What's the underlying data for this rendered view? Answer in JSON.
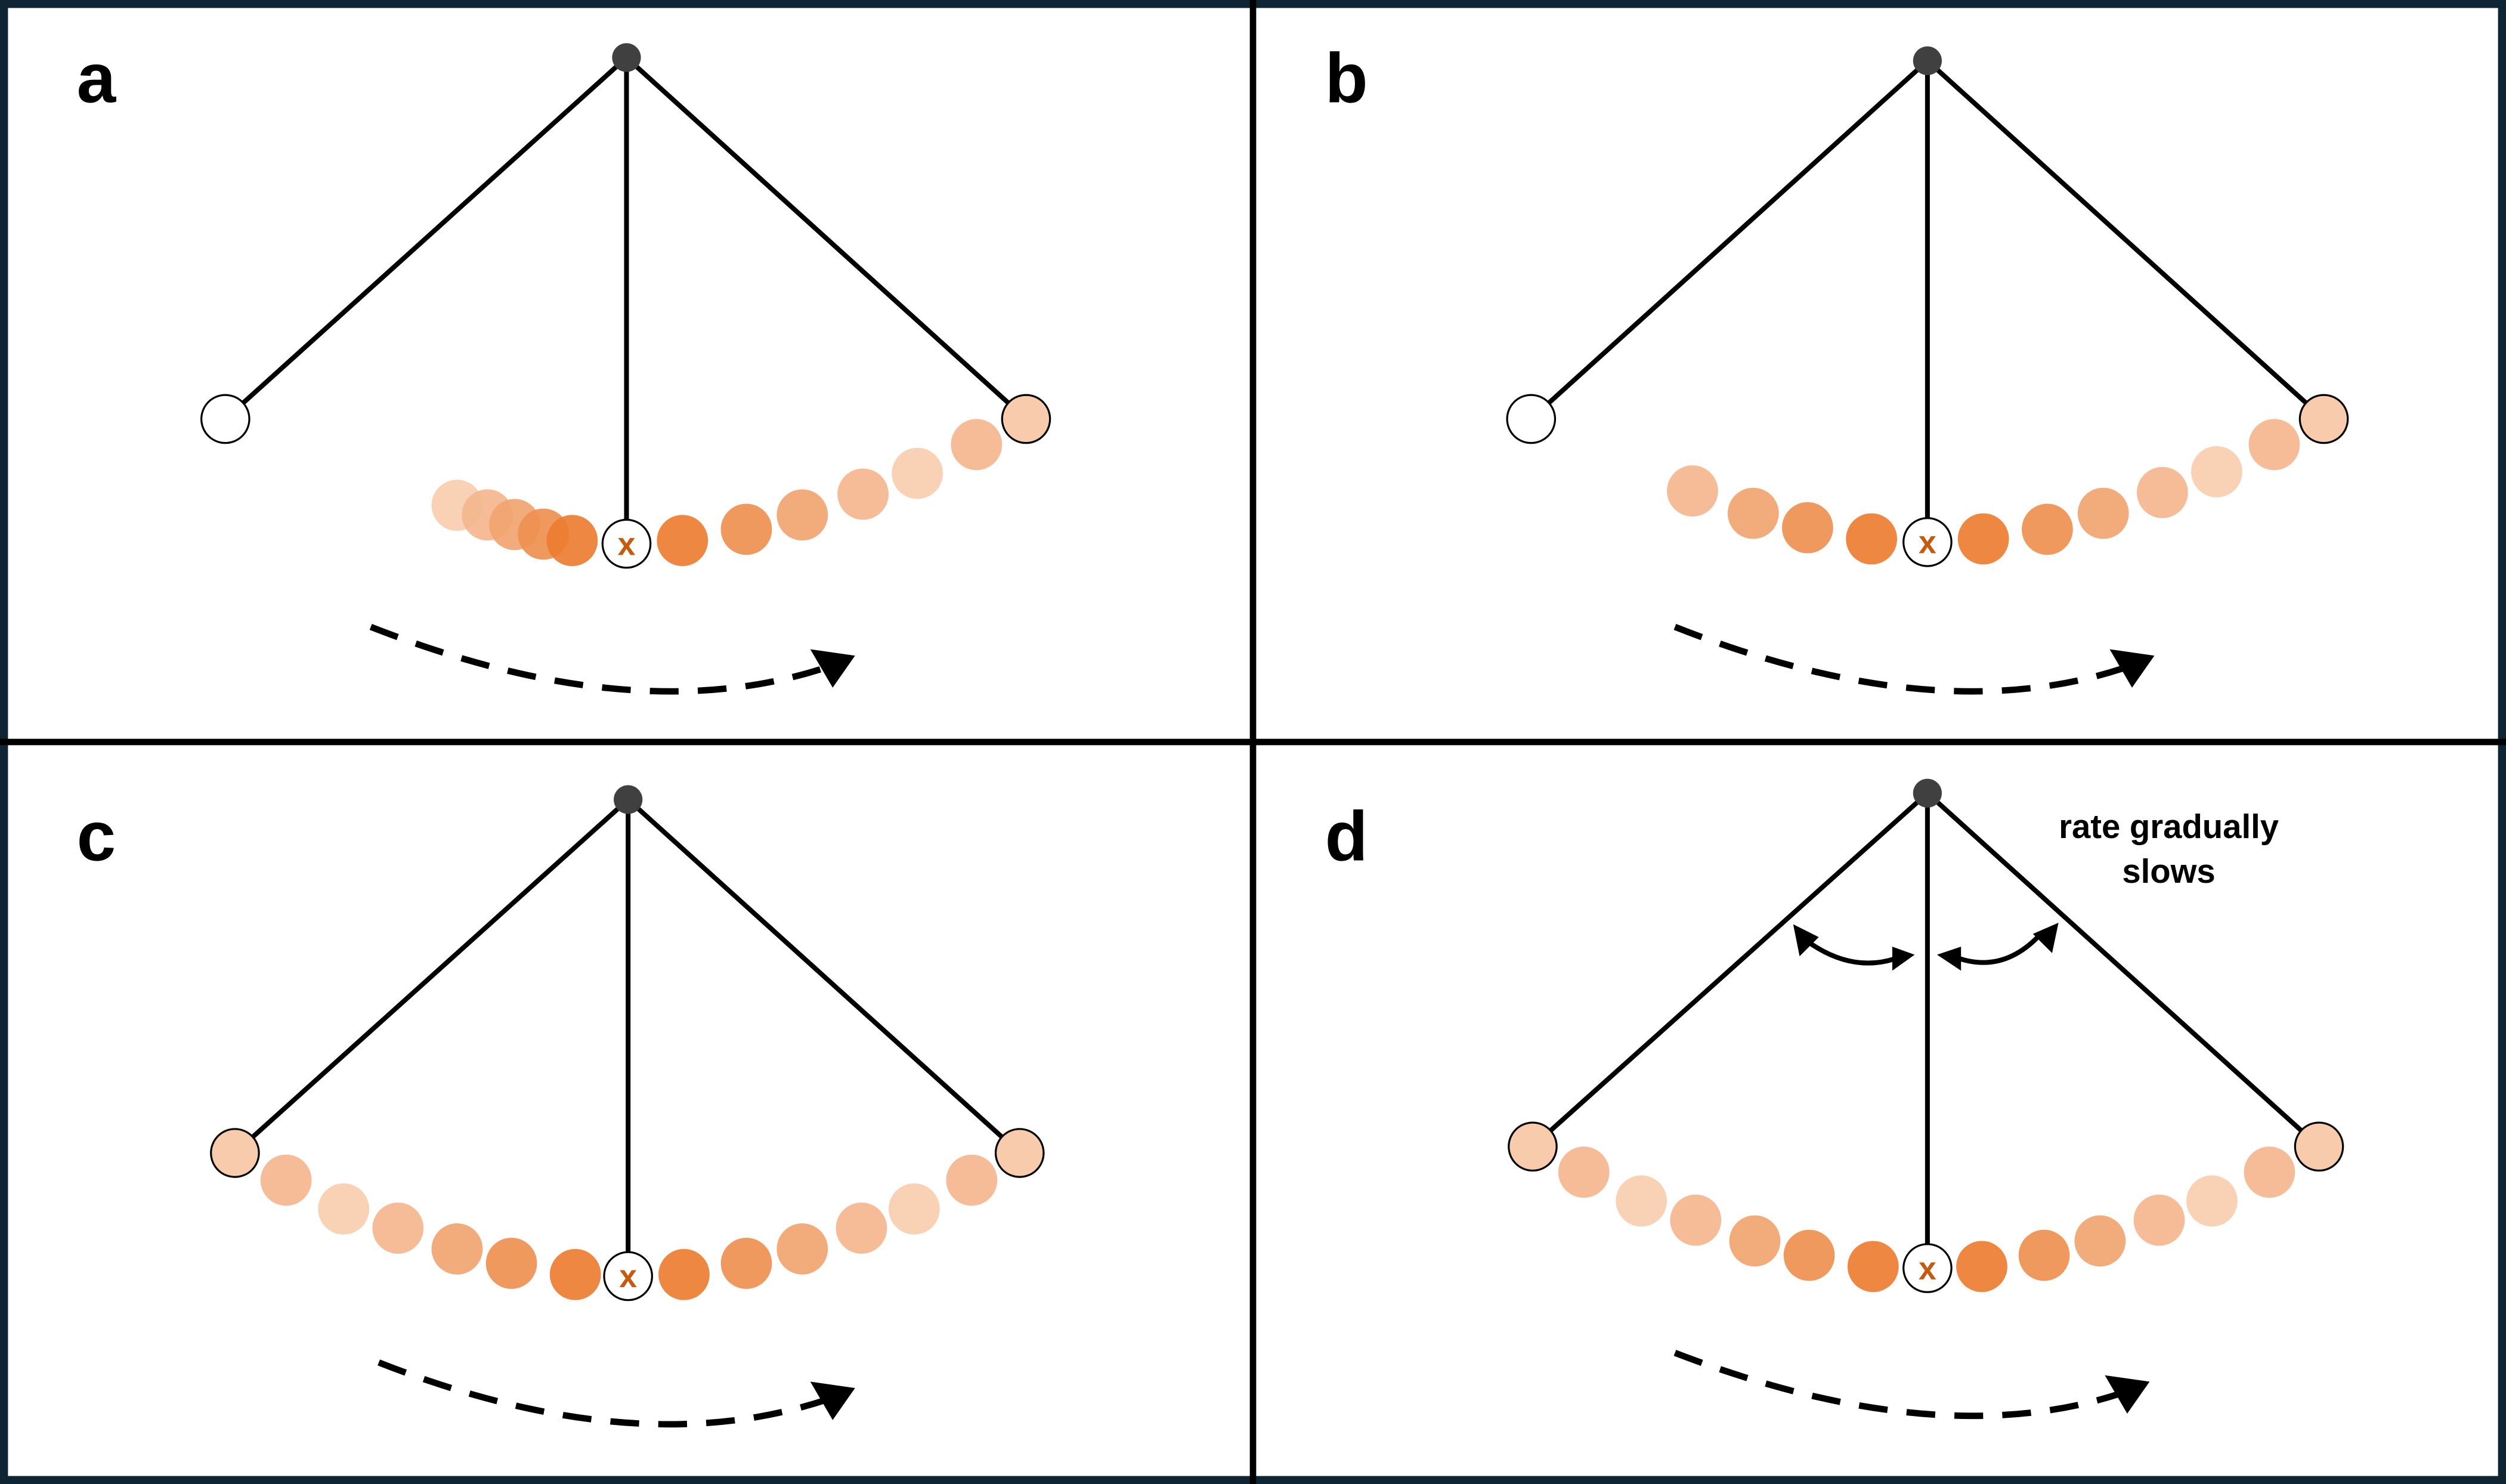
{
  "panels": [
    {
      "label": "a",
      "end_left_color": "#FFFFFF",
      "end_right_color": "#F8CBAD",
      "center_mark": "x"
    },
    {
      "label": "b",
      "end_left_color": "#FFFFFF",
      "end_right_color": "#F8CBAD",
      "center_mark": "x"
    },
    {
      "label": "c",
      "end_left_color": "#F8CBAD",
      "end_right_color": "#F8CBAD",
      "center_mark": "x"
    },
    {
      "label": "d",
      "end_left_color": "#F8CBAD",
      "end_right_color": "#F8CBAD",
      "center_mark": "x",
      "note_line1": "rate gradually",
      "note_line2": "slows"
    }
  ],
  "colors": {
    "border": "#0F2533",
    "pivot": "#404040",
    "shade_1": "#ED7D31",
    "shade_2": "#EF9050",
    "shade_3": "#F1A46F",
    "shade_4": "#F4B68E",
    "shade_5": "#F8CDAF",
    "mark": "#C55A11"
  }
}
